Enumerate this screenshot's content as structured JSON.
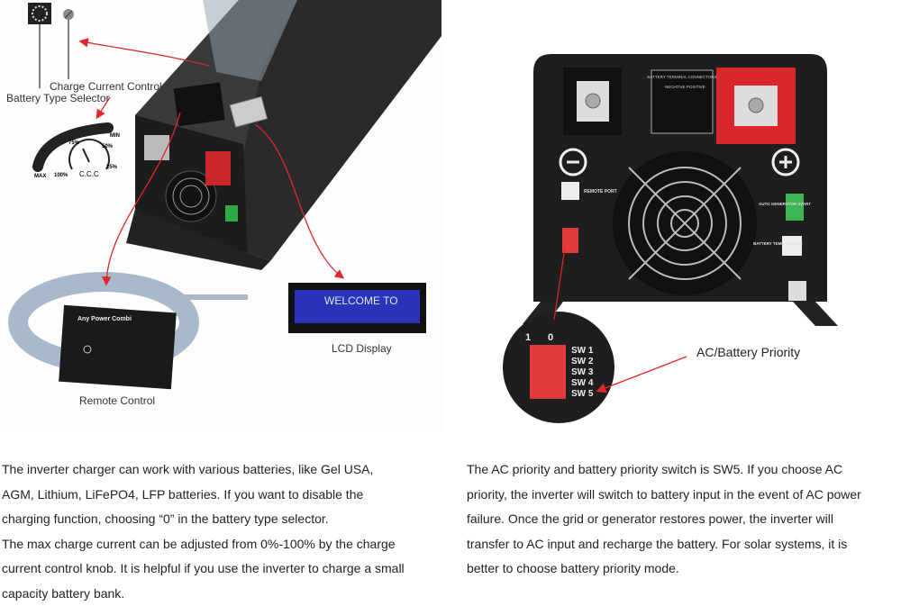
{
  "left_figure": {
    "labels": {
      "charge_current_control": "Charge Current Control",
      "battery_type_selector": "Battery Type Selector",
      "lcd_display": "LCD Display",
      "remote_control": "Remote Control"
    },
    "dial": {
      "max": "MAX",
      "p100": "100%",
      "p75": "75%",
      "p50": "50%",
      "p25": "25%",
      "min": "MIN",
      "name": "C.C.C"
    },
    "lcd_text": "WELCOME TO",
    "remote_brand": "Any Power Combi"
  },
  "right_figure": {
    "terminal_label": "BATTERY TERMINAL CONNECTORS",
    "negative": "NEGATIVE",
    "positive": "POSITIVE",
    "remote_port": "REMOTE PORT",
    "auto_generator_start": "AUTO GENERATOR START",
    "battery_temp_sensor": "BATTERY TEMP SENSOR",
    "dip_header": [
      "1",
      "0"
    ],
    "switches": [
      "SW 1",
      "SW 2",
      "SW 3",
      "SW 4",
      "SW 5"
    ],
    "callout": "AC/Battery Priority"
  },
  "colors": {
    "arrow": "#e0262b",
    "chassis": "#1e1e1e",
    "terminal_red": "#d8262a",
    "lcd_blue": "#2b34b8"
  },
  "left_text": [
    "The inverter charger can work with various batteries, like Gel USA,",
    "AGM, Lithium, LiFePO4, LFP batteries. If you want to disable the",
    "charging function, choosing “0” in the battery type selector.",
    "The max charge current can be adjusted from 0%-100% by the charge",
    "current control knob. It is helpful if you use the inverter to charge a small",
    "capacity battery bank."
  ],
  "right_text": [
    "The AC priority and battery priority switch is SW5. If you choose AC",
    "priority, the inverter will switch to battery input in the event of AC power",
    "failure. Once the grid or generator restores power, the inverter will",
    "transfer to AC input and recharge the battery. For solar systems, it is",
    "better to choose battery priority mode."
  ]
}
